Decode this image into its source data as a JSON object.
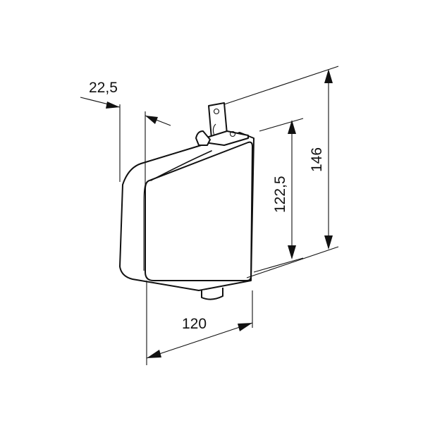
{
  "dimensions": {
    "depth_label": "22,5",
    "height_inner_label": "122,5",
    "height_outer_label": "146",
    "width_label": "120"
  },
  "colors": {
    "line": "#111111",
    "background": "#ffffff"
  }
}
